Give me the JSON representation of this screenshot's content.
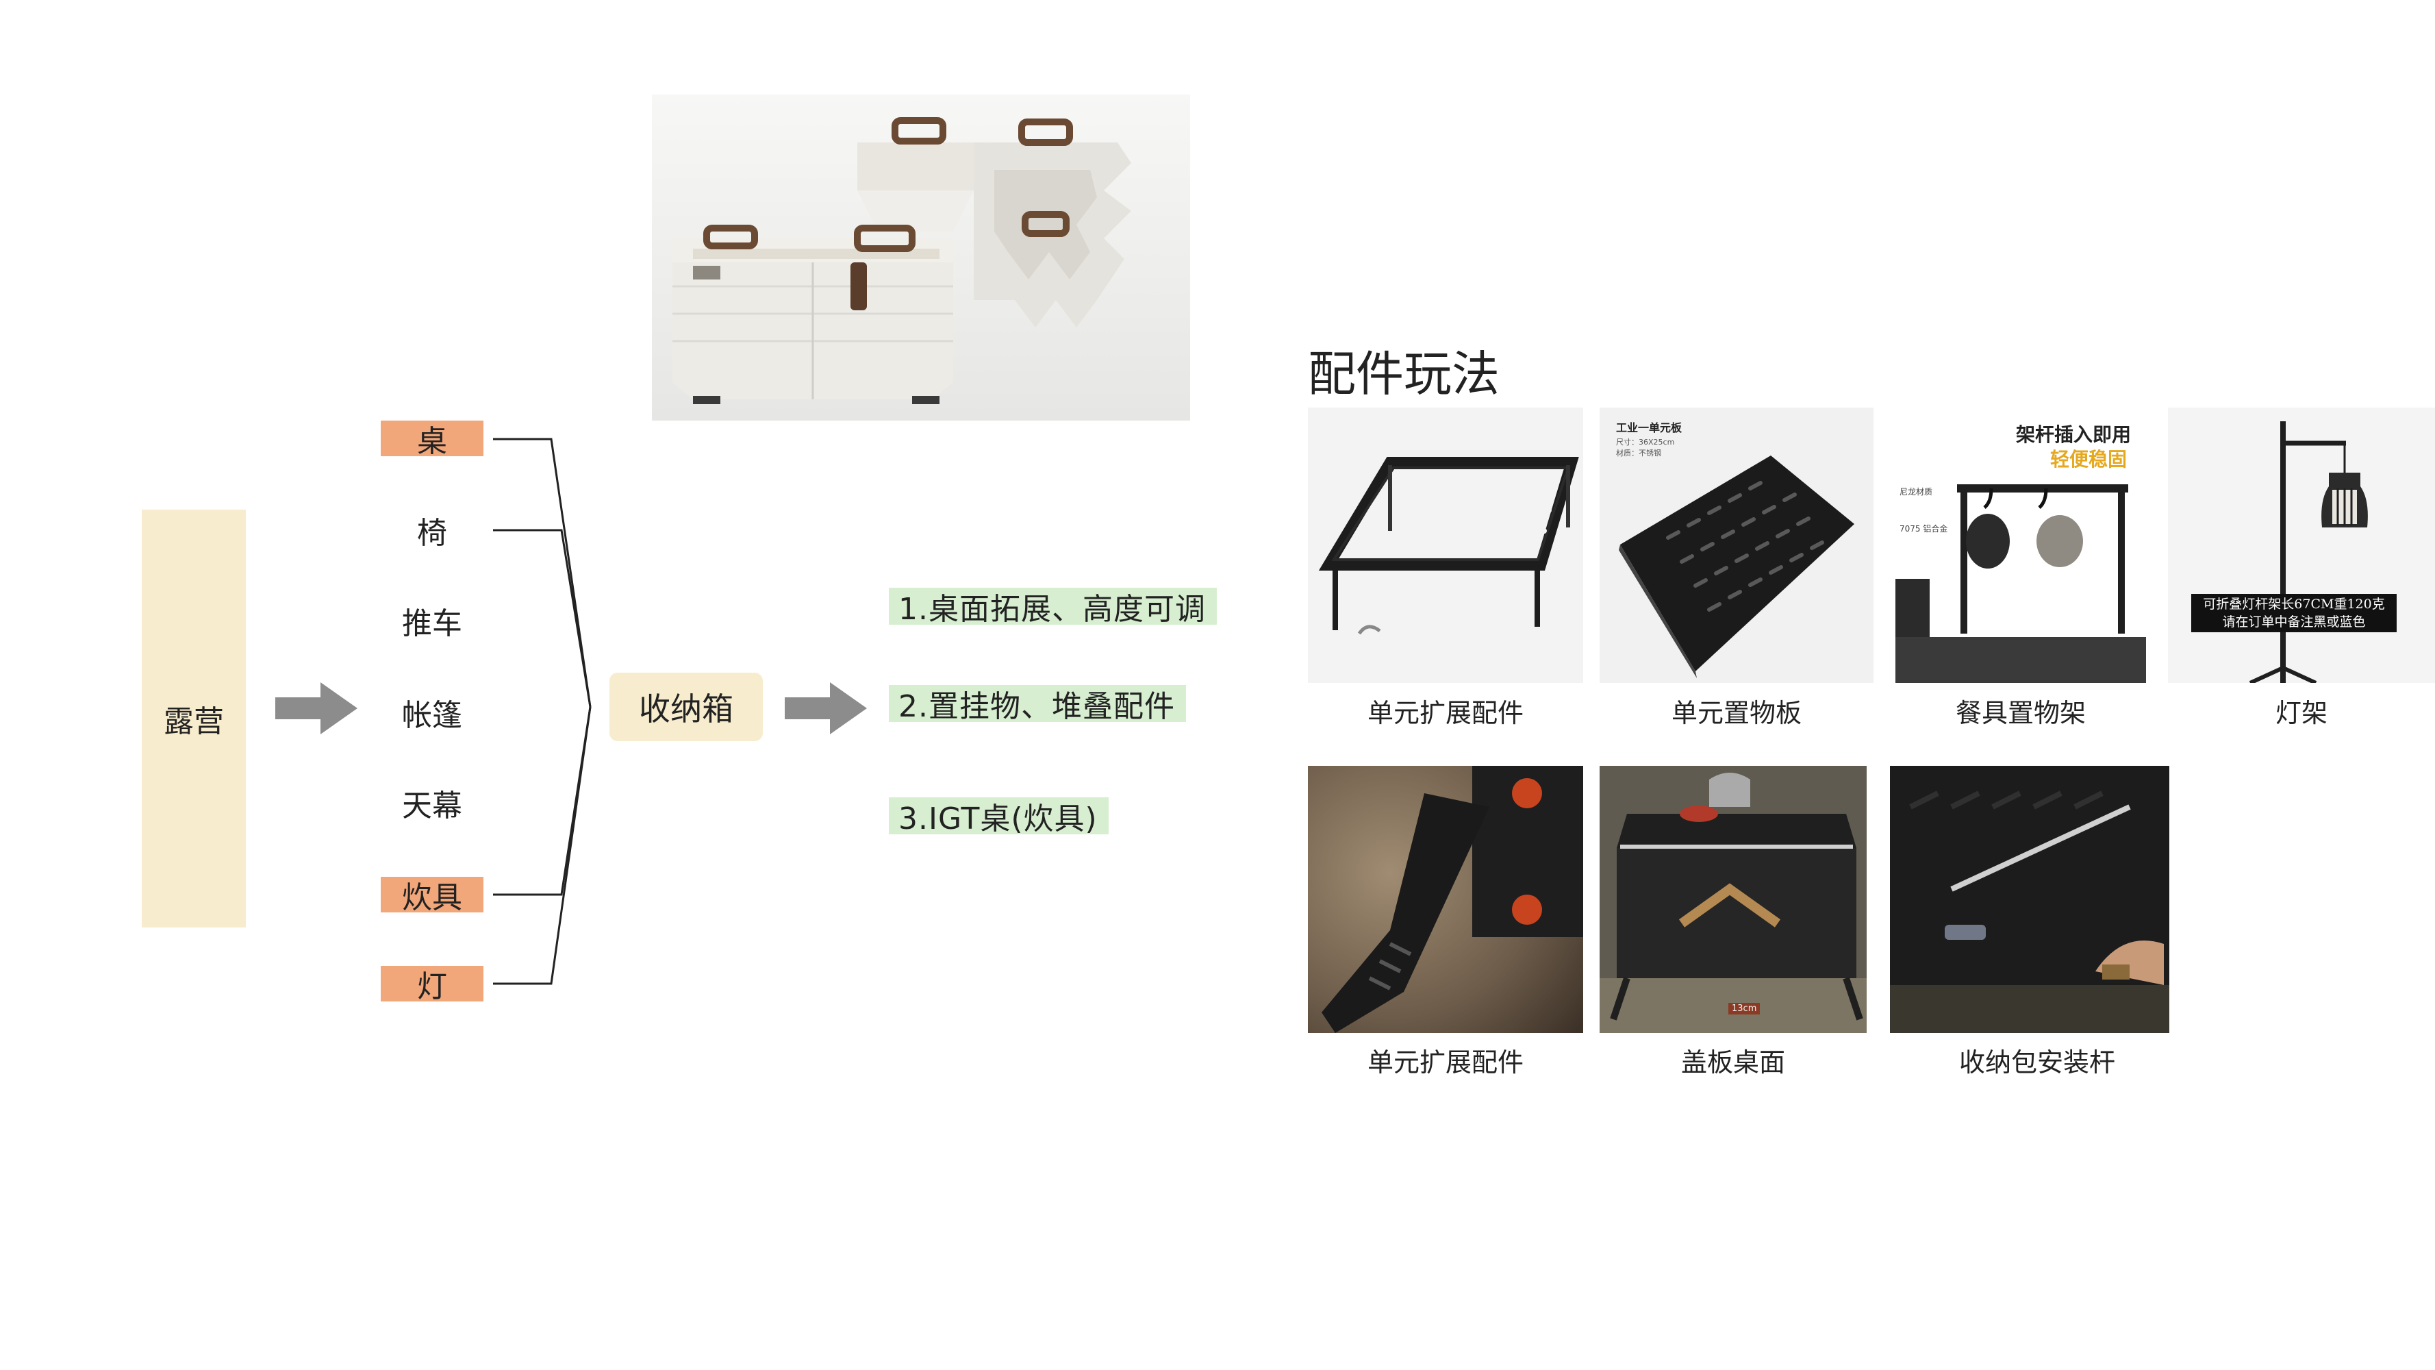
{
  "root": {
    "label": "露营"
  },
  "categories": [
    {
      "label": "桌",
      "highlighted": true
    },
    {
      "label": "椅",
      "highlighted": false
    },
    {
      "label": "推车",
      "highlighted": false
    },
    {
      "label": "帐篷",
      "highlighted": false
    },
    {
      "label": "天幕",
      "highlighted": false
    },
    {
      "label": "炊具",
      "highlighted": true
    },
    {
      "label": "灯",
      "highlighted": true
    }
  ],
  "storage": {
    "label": "收纳箱"
  },
  "features": [
    "1.桌面拓展、高度可调",
    "2.置挂物、堆叠配件",
    "3.IGT桌(炊具)"
  ],
  "accessories": {
    "title": "配件玩法",
    "row1": [
      {
        "caption": "单元扩展配件",
        "image": "black-frame-table"
      },
      {
        "caption": "单元置物板",
        "image": "perforated-plate",
        "overlay_title": "工业一单元板",
        "overlay_lines": [
          "尺寸：36X25cm",
          "材质：不锈钢"
        ]
      },
      {
        "caption": "餐具置物架",
        "image": "hanging-rack",
        "overlay_title": "架杆插入即用",
        "overlay_subtitle": "轻便稳固",
        "overlay_labels": [
          "尼龙材质",
          "7075 铝合金"
        ]
      },
      {
        "caption": "灯架",
        "image": "lamp-stand",
        "overlay_lines": [
          "可折叠灯杆架长67CM重120克",
          "请在订单中备注黑或蓝色"
        ]
      }
    ],
    "row2": [
      {
        "caption": "单元扩展配件",
        "image": "handle-closeup"
      },
      {
        "caption": "盖板桌面",
        "image": "box-tabletop",
        "overlay_badge": "13cm"
      },
      {
        "caption": "收纳包安装杆",
        "image": "bag-rod"
      }
    ]
  },
  "colors": {
    "root_bg": "#f7eccd",
    "highlight": "#f2a77a",
    "feature_bg": "#d7efd0",
    "arrow": "#8c8c8c"
  }
}
